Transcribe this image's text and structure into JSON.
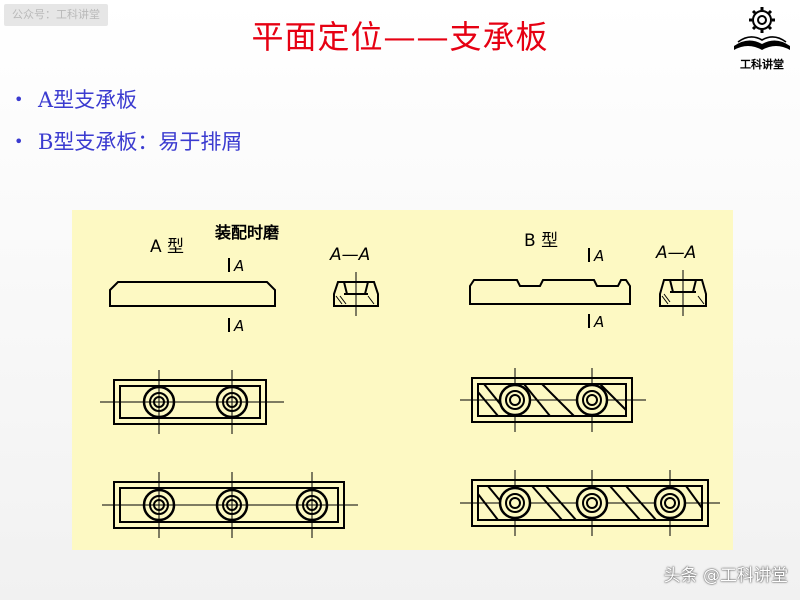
{
  "watermark_top": "公众号：工科讲堂",
  "slide": {
    "title": "平面定位——支承板",
    "bullets": [
      {
        "text": "A型支承板"
      },
      {
        "text": "B型支承板：易于排屑"
      }
    ]
  },
  "logo": {
    "text": "工科讲堂",
    "icon": "gear-book-icon"
  },
  "figure": {
    "label_a_type": "A 型",
    "label_grind": "装配时磨",
    "label_b_type": "B 型",
    "section_label": "A—A",
    "cut_mark": "A"
  },
  "watermark_bottom": "头条 @工科讲堂",
  "colors": {
    "title": "#e60012",
    "bullet": "#3b3bd0",
    "figure_bg": "#fdf9c3"
  }
}
